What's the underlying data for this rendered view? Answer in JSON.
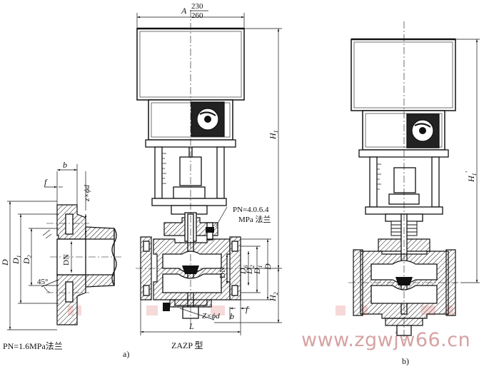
{
  "labels": {
    "dim_A": "A",
    "dim_A_top": "230",
    "dim_A_bottom": "260",
    "dim_H1": "H",
    "dim_H1_sub": "1",
    "dim_H1prime": "H",
    "dim_H1prime_sub": "1",
    "dim_H1prime_mark": "′",
    "dim_H2": "H",
    "dim_H2_sub": "2",
    "dim_D": "D",
    "dim_D1": "D",
    "dim_D1_sub": "1",
    "dim_D2": "D",
    "dim_D2_sub": "2",
    "dim_D6": "D",
    "dim_D6_sub": "6",
    "dim_L": "L",
    "dim_b": "b",
    "dim_f": "f",
    "dim_DN": "DN",
    "dim_zxphid": "z×ϕd",
    "dim_Zxphid": "Z×ϕd",
    "angle_45": "45°",
    "pn_high_line1": "PN=4.0.6.4",
    "pn_high_line2": "MPa 法兰",
    "pn_low": "PN=1.6MPa法兰",
    "caption_a": "a)",
    "caption_b": "b)",
    "model": "ZAZP 型",
    "watermark": "www.zgwjw66.cn"
  },
  "colors": {
    "ink": "#111111",
    "watermark": "#e8b4b4"
  }
}
